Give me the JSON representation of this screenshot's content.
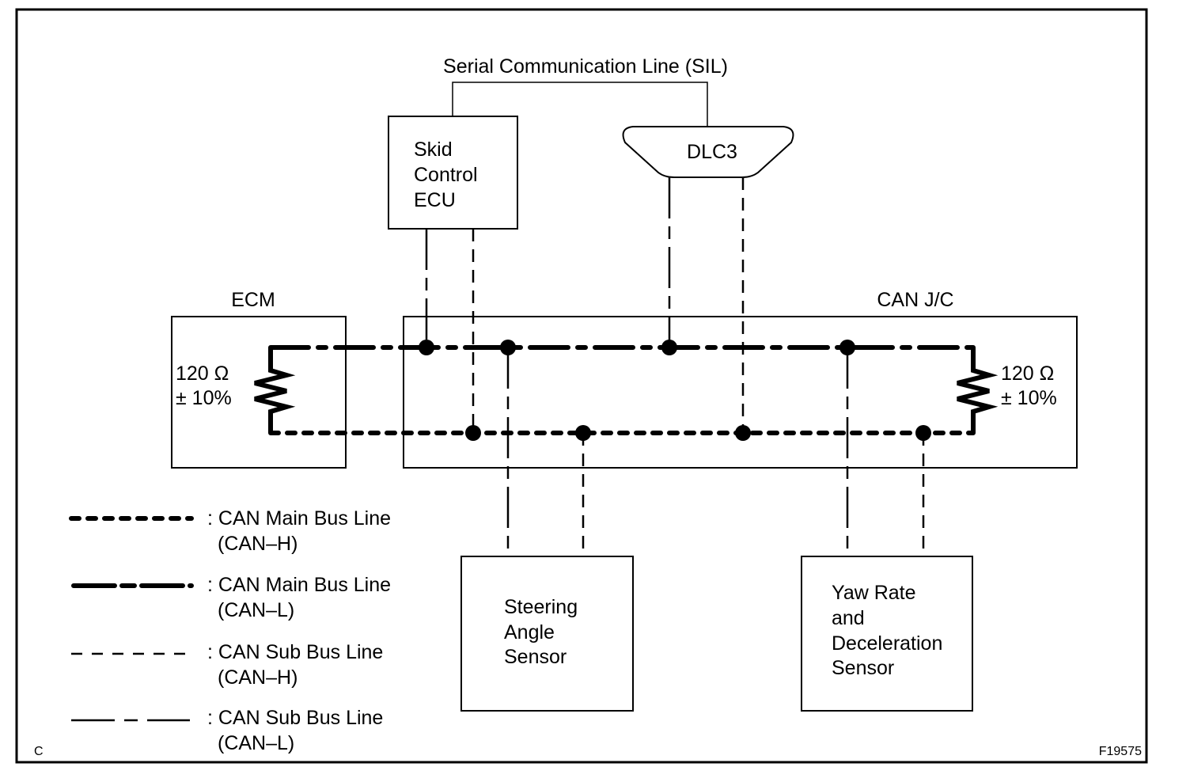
{
  "diagram": {
    "title": "Serial Communication Line (SIL)",
    "components": {
      "skid_control_ecu": [
        "Skid",
        "Control",
        "ECU"
      ],
      "dlc3": "DLC3",
      "ecm": "ECM",
      "can_jc": "CAN J/C",
      "steering_angle_sensor": [
        "Steering",
        "Angle",
        "Sensor"
      ],
      "yaw_rate_sensor": [
        "Yaw Rate",
        "and",
        "Deceleration",
        "Sensor"
      ]
    },
    "resistors": {
      "ecm": {
        "value": "120 Ω",
        "tolerance": "± 10%"
      },
      "can_jc": {
        "value": "120 Ω",
        "tolerance": "± 10%"
      }
    },
    "legend": [
      {
        "style": "can-main-h",
        "label": ": CAN Main Bus Line",
        "sub": "(CAN–H)"
      },
      {
        "style": "can-main-l",
        "label": ": CAN Main Bus Line",
        "sub": "(CAN–L)"
      },
      {
        "style": "can-sub-h",
        "label": ": CAN Sub Bus Line",
        "sub": "(CAN–H)"
      },
      {
        "style": "can-sub-l",
        "label": ": CAN Sub Bus Line",
        "sub": "(CAN–L)"
      }
    ],
    "corner_label": "C",
    "figure_id": "F19575"
  }
}
